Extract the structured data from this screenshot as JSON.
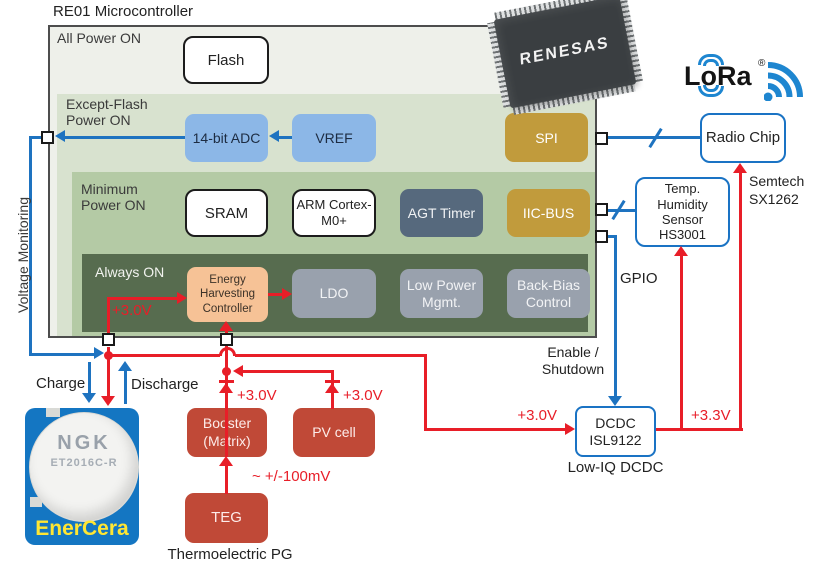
{
  "diagram": {
    "title": "RE01 Microcontroller",
    "power_domains": {
      "all": "All Power ON",
      "except_flash": "Except-Flash Power ON",
      "minimum": "Minimum Power ON",
      "always": "Always ON"
    },
    "blocks": {
      "flash": "Flash",
      "adc": "14-bit ADC",
      "vref": "VREF",
      "spi": "SPI",
      "sram": "SRAM",
      "arm": "ARM Cortex-M0+",
      "agt": "AGT Timer",
      "iic": "IIC-BUS",
      "ehc": "Energy Harvesting Controller",
      "ldo": "LDO",
      "lpm": "Low Power Mgmt.",
      "bbc": "Back-Bias Control"
    },
    "chip": {
      "brand": "RENESAS"
    },
    "lora": {
      "wordmark": "LoRa",
      "registered": "®"
    },
    "external": {
      "radio": "Radio Chip",
      "radio_caption": "Semtech SX1262",
      "sensor": "Temp. Humidity Sensor HS3001",
      "dcdc": "DCDC ISL9122",
      "dcdc_caption": "Low-IQ DCDC",
      "booster": "Booster (Matrix)",
      "pv": "PV cell",
      "teg": "TEG",
      "teg_caption": "Thermoelectric PG"
    },
    "battery": {
      "brand": "NGK",
      "model": "ET2016C-R",
      "product": "EnerCera"
    },
    "signals": {
      "voltage_monitoring": "Voltage Monitoring",
      "charge": "Charge",
      "discharge": "Discharge",
      "gpio": "GPIO",
      "enable_shutdown": "Enable / Shutdown",
      "v30_battery": "+3.0V",
      "v30_booster": "+3.0V",
      "v30_pv": "+3.0V",
      "v30_dcdc": "+3.0V",
      "v33": "+3.3V",
      "teg_mv": "~ +/-100mV"
    },
    "colors": {
      "wire_red": "#e81e28",
      "wire_blue": "#1e73c0",
      "domain_all": "#eef0ea",
      "domain_except_flash": "#d8e2cf",
      "domain_minimum": "#b4caa5",
      "domain_always": "#576c4f",
      "block_blue": "#8cb7e7",
      "block_gold": "#c19b3c",
      "block_slate": "#56697d",
      "block_gray": "#99a1ad",
      "block_peach": "#f6c296",
      "block_brick": "#c04937",
      "external_border_blue": "#1a73c4",
      "battery_blue": "#1476c2",
      "enercera_yellow": "#ffe633",
      "lora_blue": "#1e86d0"
    }
  }
}
